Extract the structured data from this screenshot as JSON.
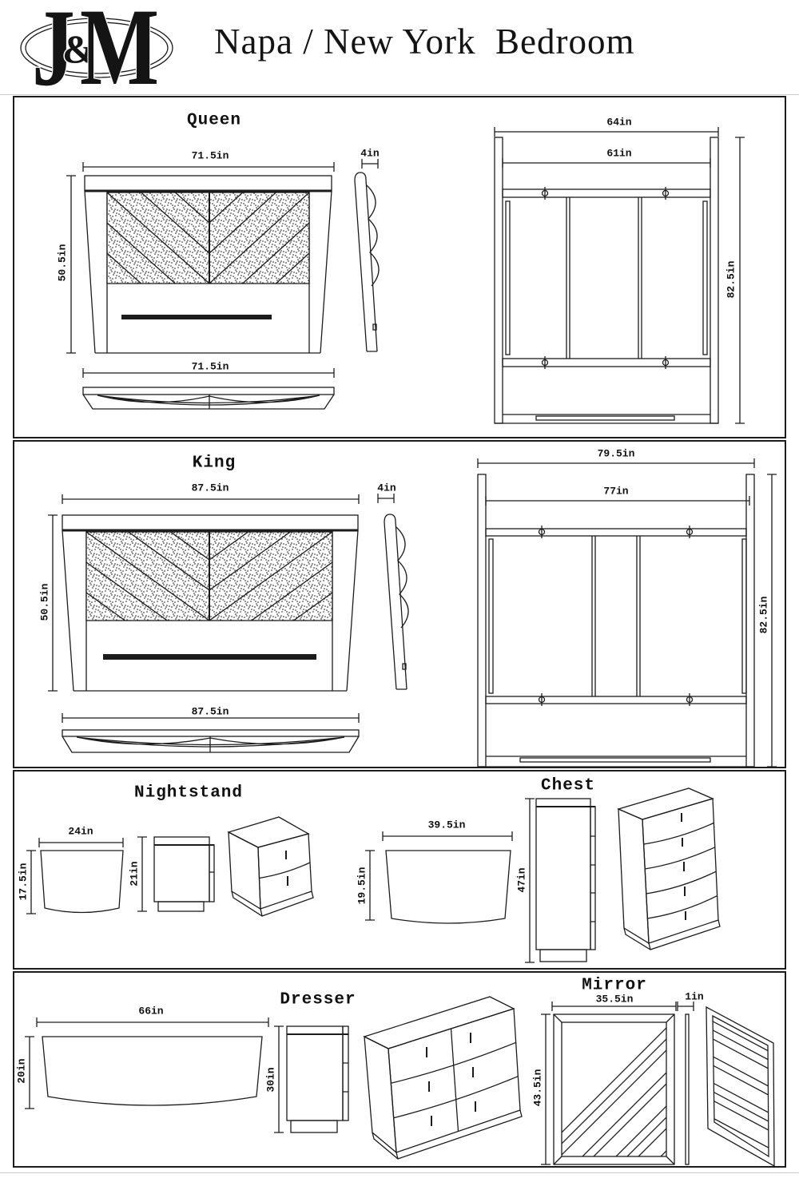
{
  "header": {
    "title": "Napa / New York  Bedroom",
    "logo": {
      "left_letter": "J",
      "ampersand": "&",
      "right_letter": "M"
    }
  },
  "queen": {
    "title": "Queen",
    "headboard_width": "71.5in",
    "headboard_height": "50.5in",
    "headboard_depth": "4in",
    "base_width": "71.5in",
    "frame_outer_width": "64in",
    "frame_inner_width": "61in",
    "frame_length": "82.5in"
  },
  "king": {
    "title": "King",
    "headboard_width": "87.5in",
    "headboard_height": "50.5in",
    "headboard_depth": "4in",
    "base_width": "87.5in",
    "frame_outer_width": "79.5in",
    "frame_inner_width": "77in",
    "frame_length": "82.5in"
  },
  "nightstand": {
    "title": "Nightstand",
    "top_width": "24in",
    "top_depth": "17.5in",
    "height": "21in"
  },
  "chest": {
    "title": "Chest",
    "top_width": "39.5in",
    "top_depth": "19.5in",
    "height": "47in"
  },
  "dresser": {
    "title": "Dresser",
    "top_width": "66in",
    "top_depth": "20in",
    "height": "30in"
  },
  "mirror": {
    "title": "Mirror",
    "width": "35.5in",
    "height": "43.5in",
    "depth": "1in"
  }
}
